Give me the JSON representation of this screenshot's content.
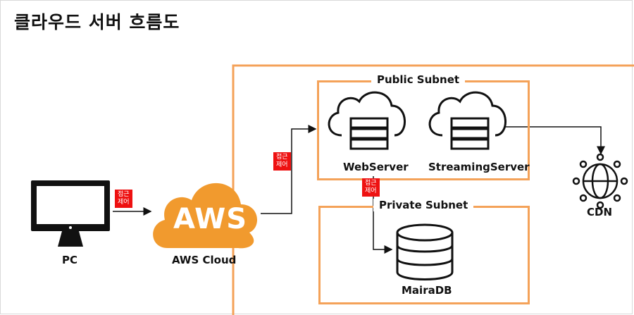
{
  "title": "클라우드 서버 흐름도",
  "nodes": {
    "pc": "PC",
    "aws_logo": "AWS",
    "aws_cloud": "AWS Cloud",
    "webserver": "WebServer",
    "streaming": "StreamingServer",
    "cdn": "CDN",
    "mariadb": "MairaDB"
  },
  "groups": {
    "public_subnet": "Public Subnet",
    "private_subnet": "Private Subnet"
  },
  "access_control": {
    "line1": "접근",
    "line2": "제어"
  },
  "colors": {
    "border_orange": "#f4a259",
    "aws_orange": "#f19a2e",
    "badge_red": "#ee1111"
  }
}
